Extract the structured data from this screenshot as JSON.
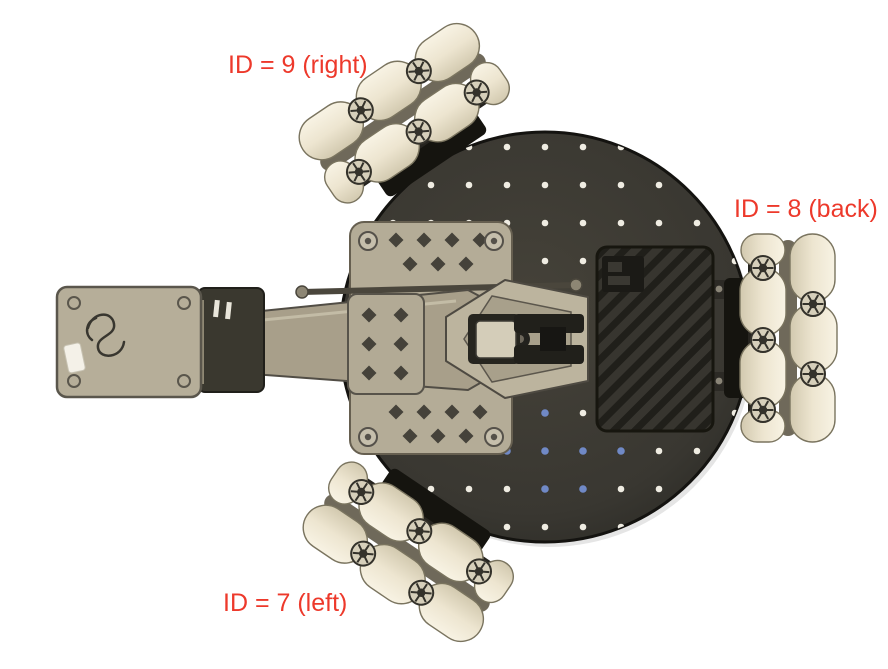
{
  "figure": {
    "annotations": {
      "wheel_right": "ID = 9 (right)",
      "wheel_back": "ID = 8 (back)",
      "wheel_left": "ID = 7 (left)"
    },
    "colors": {
      "annotation_text": "#ed392b",
      "background": "#ffffff",
      "deck": "#393731",
      "hole_dot": "#efece2",
      "blue_dot": "#7089c6",
      "wheel_roller": "#ede5d0",
      "arm_body": "#b4ac97"
    }
  }
}
